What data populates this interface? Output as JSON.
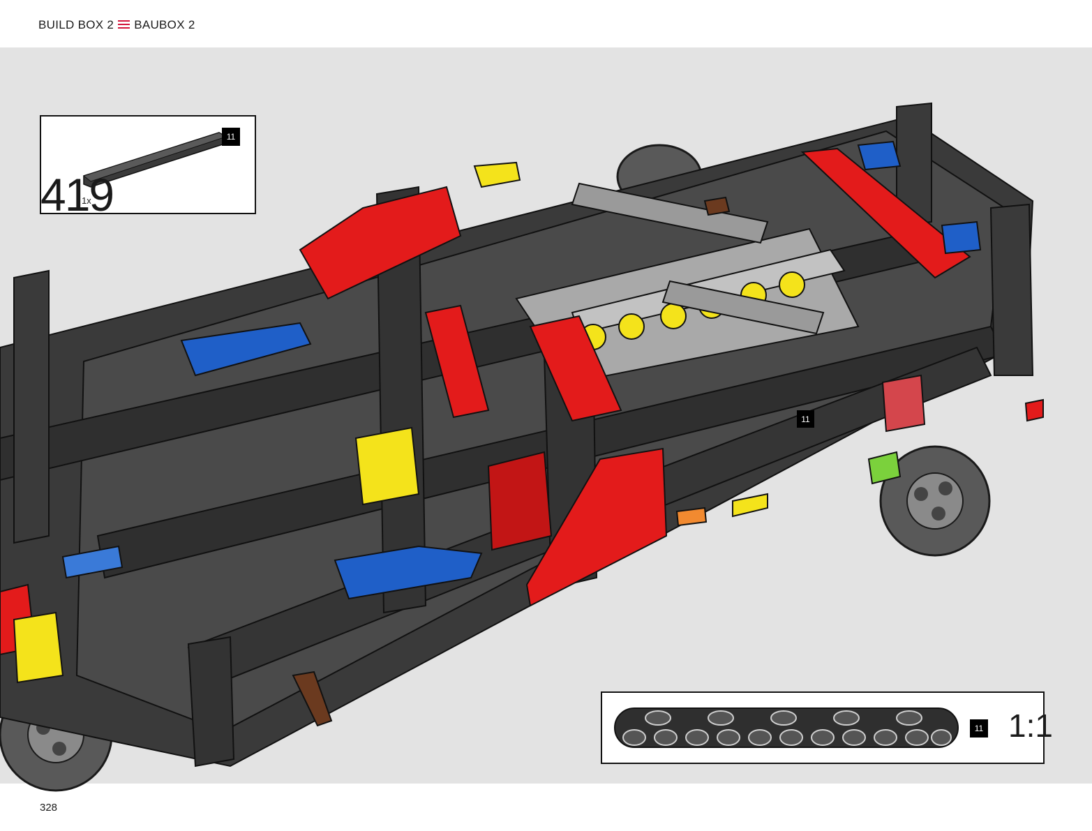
{
  "header": {
    "left_label": "BUILD BOX 2",
    "right_label": "BAUBOX 2",
    "separator_icon": "menu-lines-icon",
    "accent_color": "#d3153b"
  },
  "parts_list": {
    "quantity": "1x",
    "part_length_badge": "11",
    "part_icon": "technic-beam-11-icon"
  },
  "step": {
    "number": "419",
    "inline_length_badge": "11"
  },
  "scale_callout": {
    "length_badge": "11",
    "scale": "1:1"
  },
  "footer": {
    "page_number": "328"
  },
  "colors": {
    "beam_dark": "#3a3a3a",
    "part_red": "#e31b1b",
    "part_blue": "#1f5fc8",
    "part_yellow": "#f4e31b",
    "part_light_gray": "#a9a9a9",
    "background_panel": "#e3e3e3"
  }
}
